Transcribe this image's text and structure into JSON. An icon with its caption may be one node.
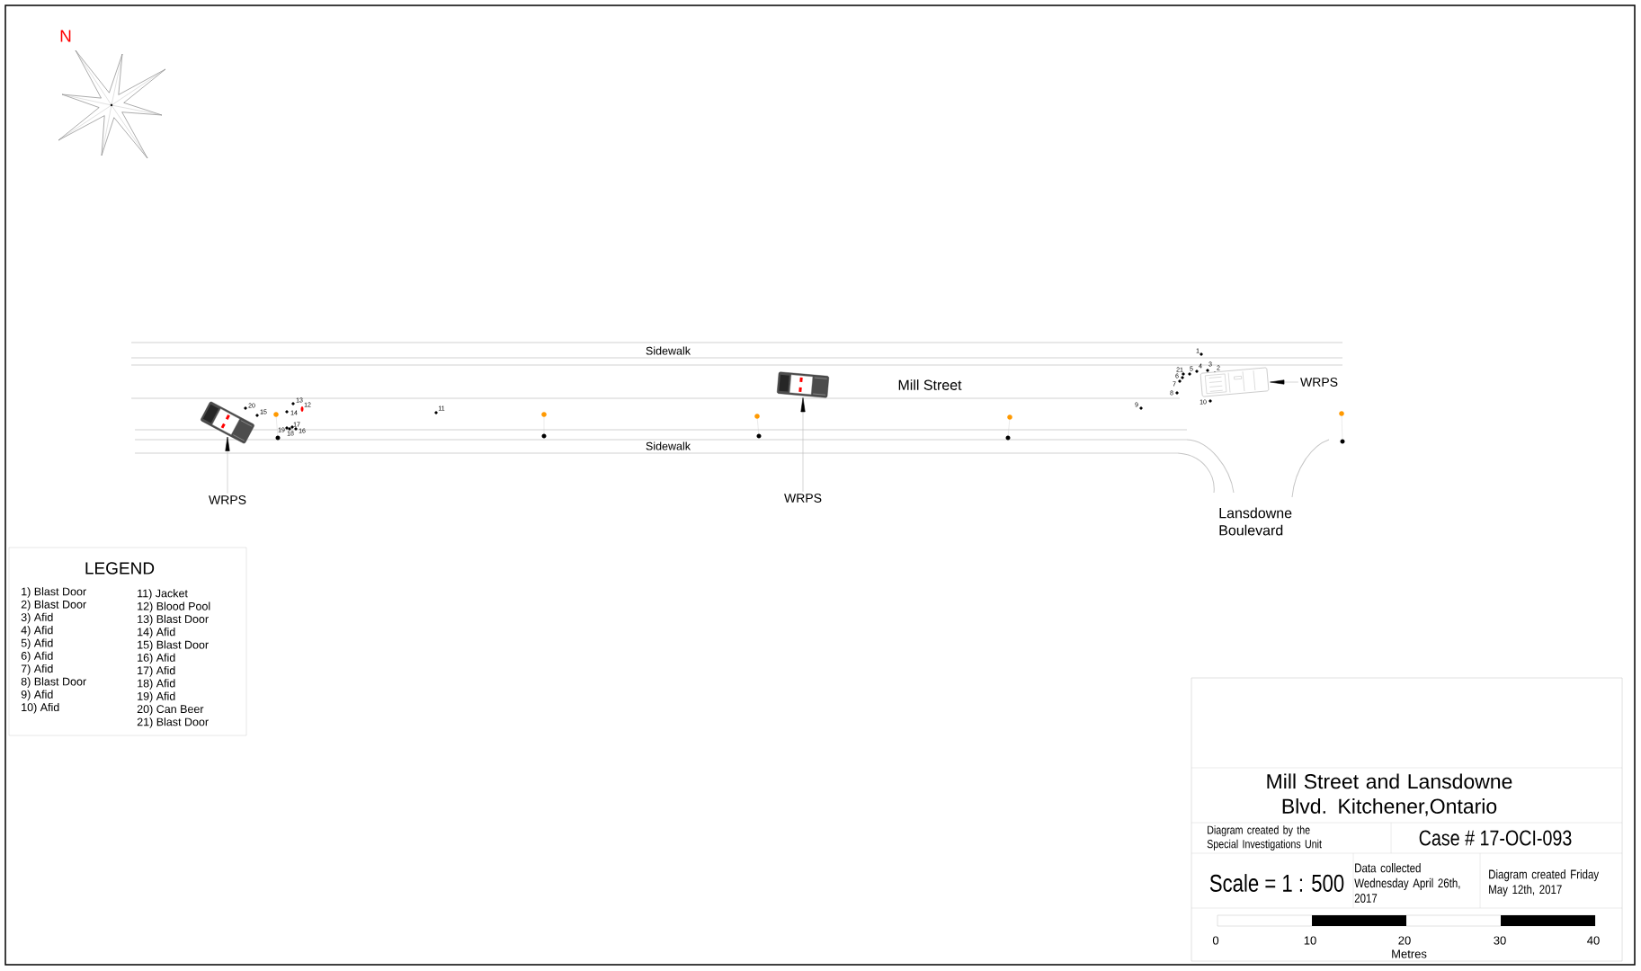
{
  "diagram": {
    "title": "Mill Street and Lansdowne Blvd. Kitchener,Ontario",
    "nodes": [
      {
        "text": [],
        "shape": "picture"
      },
      {
        "text": [],
        "shape": "picture"
      },
      {
        "text": [],
        "shape": "picture"
      },
      {
        "text": [
          "WRPS"
        ]
      },
      {
        "text": [
          "WRPS"
        ]
      },
      {
        "text": [
          "WRPS"
        ]
      }
    ],
    "edges": [
      {
        "from": 3,
        "to": 0,
        "arrow": "to"
      },
      {
        "from": 4,
        "to": 1,
        "arrow": "to"
      },
      {
        "from": 5,
        "to": 2,
        "arrow": "to"
      }
    ],
    "labels": [
      "N",
      "Sidewalk",
      "1",
      "3",
      "4",
      "2",
      "5",
      "21",
      "6",
      "Mill Street",
      "7",
      "8",
      "13",
      "10",
      "12",
      "9",
      "20",
      "11",
      "15",
      "14",
      "17",
      "19",
      "16",
      "18",
      "Sidewalk",
      "Lansdowne Boulevard",
      "LEGEND",
      "Diagram created by the Special Investigations Unit",
      "Case # 17-OCI-093",
      "Scale = 1 : 500",
      "Data collected Wednesday April 26th, 2017",
      "Diagram created Friday May 12th, 2017",
      "0",
      "10",
      "20",
      "30",
      "40",
      "Metres"
    ],
    "legend": [
      {
        "text": "1) Blast Door"
      },
      {
        "text": "2) Blast Door"
      },
      {
        "text": "3) Afid"
      },
      {
        "text": "4) Afid"
      },
      {
        "text": "5) Afid"
      },
      {
        "text": "6) Afid"
      },
      {
        "text": "7) Afid"
      },
      {
        "text": "8) Blast Door"
      },
      {
        "text": "9) Afid"
      },
      {
        "text": "10) Afid"
      },
      {
        "text": "11) Jacket"
      },
      {
        "text": "12) Blood Pool"
      },
      {
        "text": "13) Blast Door"
      },
      {
        "text": "14) Afid"
      },
      {
        "text": "15) Blast Door"
      },
      {
        "text": "16) Afid"
      },
      {
        "text": "17) Afid"
      },
      {
        "text": "18) Afid"
      },
      {
        "text": "19) Afid"
      },
      {
        "text": "20) Can Beer"
      },
      {
        "text": "21) Blast Door"
      }
    ]
  }
}
